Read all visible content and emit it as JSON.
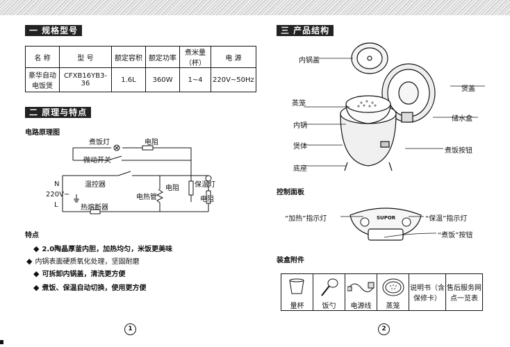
{
  "sections": {
    "spec_title": "一 规格型号",
    "principle_title": "二 原理与特点",
    "structure_title": "三 产品结构"
  },
  "spec_table": {
    "headers": [
      "名 称",
      "型 号",
      "额定容积",
      "额定功率",
      "煮米量（杯）",
      "电 源"
    ],
    "row": [
      "豪华自动电饭煲",
      "CFXB16YB3-36",
      "1.6L",
      "360W",
      "1~4",
      "220V~50Hz"
    ]
  },
  "circuit": {
    "title": "电路原理图",
    "labels": {
      "cook_lamp": "煮饭灯",
      "resistor_top": "电阻",
      "micro_switch": "微动开关",
      "thermostat": "温控器",
      "heater": "电热管",
      "resistor_mid": "电阻",
      "warm_lamp": "保温灯",
      "resistor_right": "电阻",
      "fuse": "热熔断器",
      "n": "N",
      "voltage": "220V~",
      "l": "L"
    }
  },
  "features": {
    "title": "特点",
    "items": [
      "2.0陶晶厚釜内胆，加热均匀，米饭更美味",
      "内锅表面硬质氧化处理，坚固耐磨",
      "可拆卸内锅盖，清洗更方便",
      "煮饭、保温自动切换，使用更方便"
    ]
  },
  "structure": {
    "labels": {
      "inner_lid": "内锅盖",
      "outer_lid": "煲盖",
      "steamer": "蒸笼",
      "water_box": "储水盒",
      "inner_pot": "内锅",
      "body": "煲体",
      "cook_button": "煮饭按钮",
      "base": "底座"
    }
  },
  "control_panel": {
    "title": "控制面板",
    "heat_label": "“加热”指示灯",
    "warm_label": "“保温”指示灯",
    "cook_label": "“煮饭”按钮",
    "brand": "SUPOR"
  },
  "accessories": {
    "title": "装盒附件",
    "items": [
      "量杯",
      "饭勺",
      "电源线",
      "蒸笼"
    ],
    "manual": "说明书（含保修卡）",
    "service": "售后服务网点一览表"
  },
  "pages": [
    "1",
    "2"
  ]
}
